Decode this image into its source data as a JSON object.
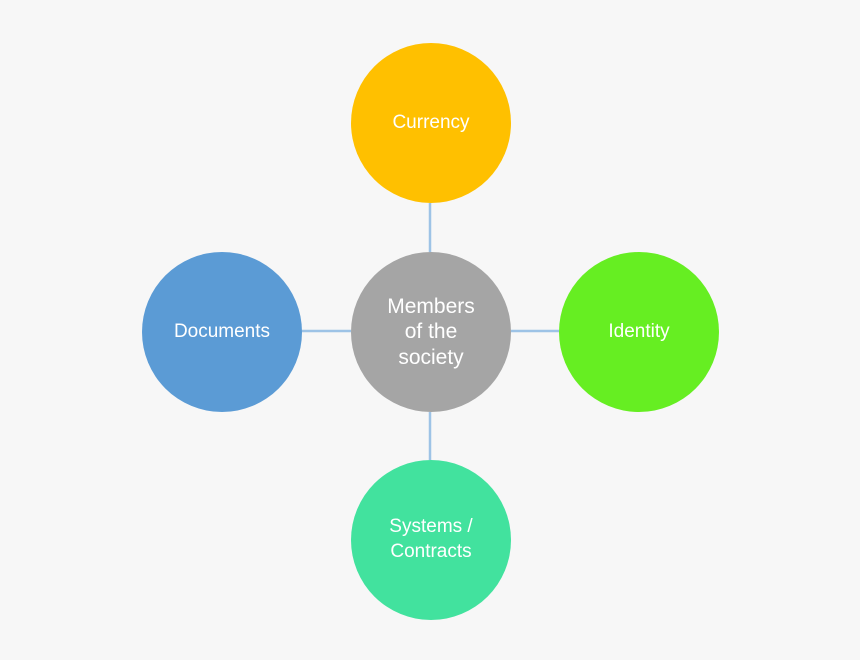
{
  "diagram": {
    "center": {
      "label": "Members\nof the\nsociety",
      "color": "#a5a5a5"
    },
    "top": {
      "label": "Currency",
      "color": "#ffc000"
    },
    "left": {
      "label": "Documents",
      "color": "#5b9bd5"
    },
    "right": {
      "label": "Identity",
      "color": "#66ee22"
    },
    "bottom": {
      "label": "Systems /\nContracts",
      "color": "#42e29e"
    },
    "connector_color": "#9dc3e6"
  }
}
